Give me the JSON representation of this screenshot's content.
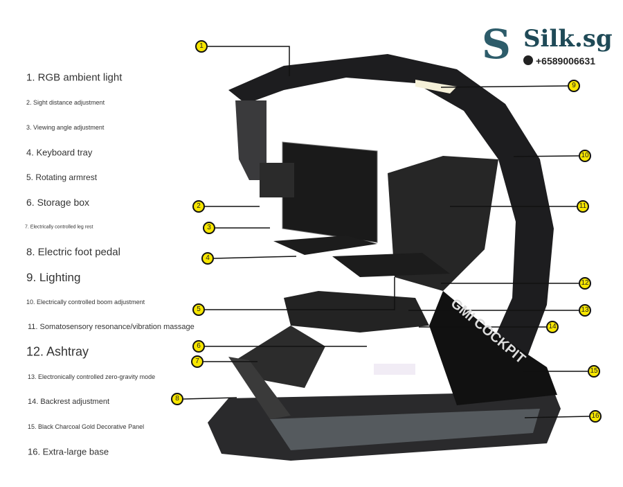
{
  "brand": {
    "logo_text": "Silk.sg",
    "phone": "+6589006631",
    "product_text": "GMI COCKPIT"
  },
  "features": [
    "1. RGB ambient light",
    "2. Sight distance adjustment",
    "3. Viewing angle adjustment",
    "4. Keyboard tray",
    "5. Rotating armrest",
    "6. Storage box",
    "7. Electrically controlled leg rest",
    "8. Electric foot pedal",
    "9. Lighting",
    "10. Electrically controlled boom adjustment",
    "11. Somatosensory resonance/vibration massage",
    "12. Ashtray",
    "13. Electronically controlled zero-gravity mode",
    "14. Backrest adjustment",
    "15. Black Charcoal Gold Decorative Panel",
    "16. Extra-large base"
  ],
  "markers": [
    "1",
    "2",
    "3",
    "4",
    "5",
    "6",
    "7",
    "8",
    "9",
    "10",
    "11",
    "12",
    "13",
    "14",
    "15",
    "16"
  ],
  "colors": {
    "marker": "#f7e600",
    "text": "#333333"
  }
}
